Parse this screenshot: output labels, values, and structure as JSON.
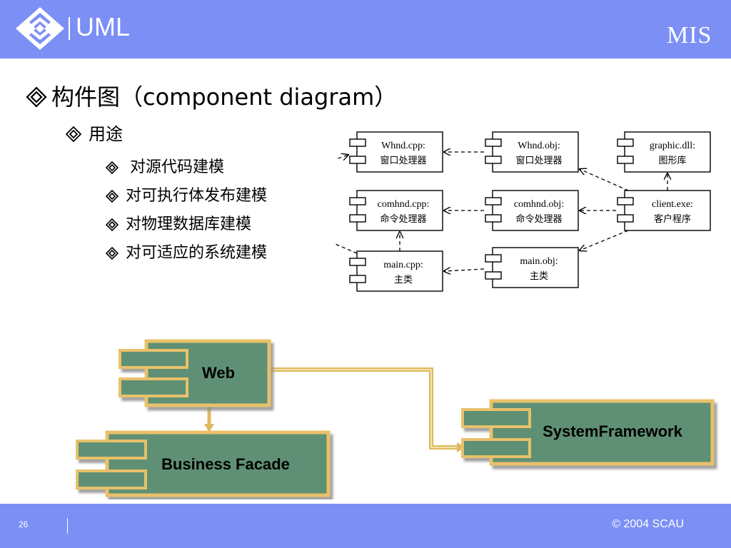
{
  "header": {
    "title": "UML",
    "brand": "MIS"
  },
  "bullets": {
    "level1": "构件图（component diagram）",
    "level2": "用途",
    "level3": [
      "对源代码建模",
      "对可执行体发布建模",
      "对物理数据库建模",
      "对可适应的系统建模"
    ]
  },
  "uml_diagram": {
    "components": [
      {
        "name": "Whnd.cpp:",
        "desc": "窗口处理器"
      },
      {
        "name": "Whnd.obj:",
        "desc": "窗口处理器"
      },
      {
        "name": "graphic.dll:",
        "desc": "图形库"
      },
      {
        "name": "comhnd.cpp:",
        "desc": "命令处理器"
      },
      {
        "name": "comhnd.obj:",
        "desc": "命令处理器"
      },
      {
        "name": "client.exe:",
        "desc": "客户程序"
      },
      {
        "name": "main.cpp:",
        "desc": "主类"
      },
      {
        "name": "main.obj:",
        "desc": "主类"
      }
    ]
  },
  "component_diagram": {
    "components": [
      "Web",
      "Business Facade",
      "SystemFramework"
    ],
    "colors": {
      "fill": "#5e9074",
      "border": "#e8c16a",
      "shadow": "#9b9b9b",
      "connector": "#e0b860"
    }
  },
  "footer": {
    "page": "26",
    "copyright": "© 2004 SCAU"
  },
  "colors": {
    "header_bg": "#7b8ff5",
    "text": "#000000",
    "bullet": "#000000"
  }
}
